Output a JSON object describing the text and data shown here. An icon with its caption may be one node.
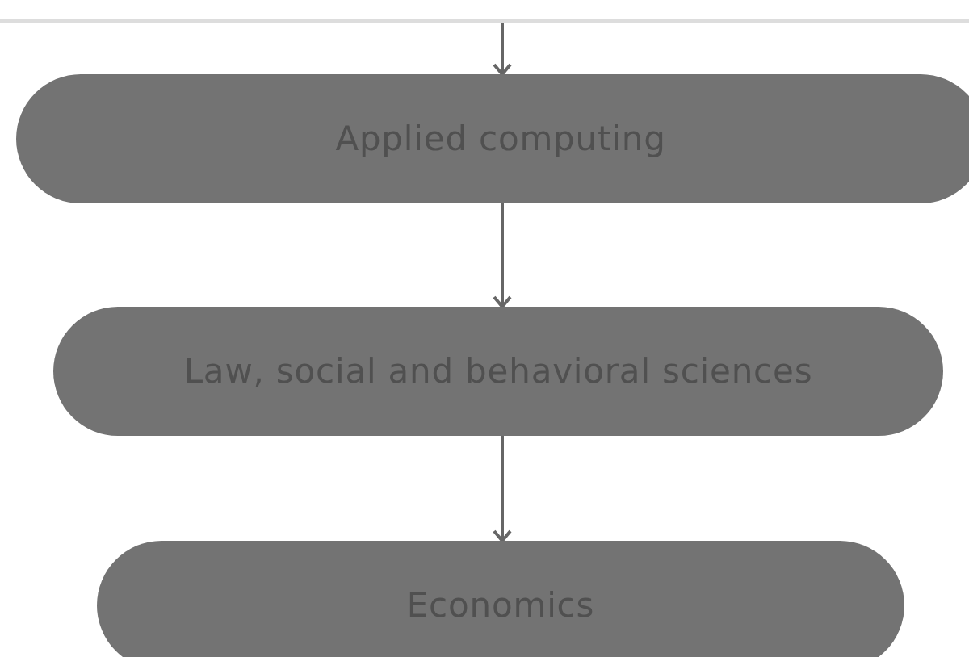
{
  "diagram": {
    "nodes": [
      {
        "text": [
          "Applied computing"
        ]
      },
      {
        "text": [
          "Law, social and behavioral sciences"
        ]
      },
      {
        "text": [
          "Economics"
        ]
      }
    ],
    "edges": [
      {
        "from": null,
        "to": 0,
        "arrow": "to"
      },
      {
        "from": 0,
        "to": 1,
        "arrow": "to"
      },
      {
        "from": 1,
        "to": 2,
        "arrow": "to"
      }
    ]
  }
}
